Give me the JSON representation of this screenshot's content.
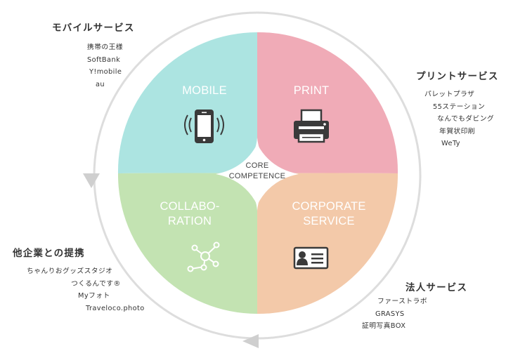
{
  "core": {
    "line1": "CORE",
    "line2": "COMPETENCE"
  },
  "petals": {
    "mobile": {
      "lines": [
        "MOBILE"
      ],
      "color": "#ace4e1",
      "icon": "smartphone-icon"
    },
    "print": {
      "lines": [
        "PRINT"
      ],
      "color": "#f0abb7",
      "icon": "printer-icon"
    },
    "collab": {
      "lines": [
        "COLLABO-",
        "RATION"
      ],
      "color": "#c3e3b2",
      "icon": "network-nodes-icon"
    },
    "corporate": {
      "lines": [
        "CORPORATE",
        "SERVICE"
      ],
      "color": "#f3c9a9",
      "icon": "id-card-icon"
    }
  },
  "groups": {
    "mobile_services": {
      "title": "モバイルサービス",
      "items": [
        "携帯の王様",
        "SoftBank",
        "Y!mobile",
        "au"
      ]
    },
    "print_services": {
      "title": "プリントサービス",
      "items": [
        "パレットプラザ",
        "55ステーション",
        "なんでもダビング",
        "年賀状印刷",
        "WeTy"
      ]
    },
    "partnerships": {
      "title": "他企業との提携",
      "items": [
        "ちゃんりおグッズスタジオ",
        "つくるんです®",
        "Myフォト",
        "Traveloco.photo"
      ]
    },
    "corporate_services": {
      "title": "法人サービス",
      "items": [
        "ファーストラボ",
        "GRASYS",
        "証明写真BOX"
      ]
    }
  },
  "colors": {
    "ring": "#dddddd",
    "arrow": "#cfcfcf",
    "icon": "#3a3a3a",
    "icon_light": "#ffffff"
  }
}
